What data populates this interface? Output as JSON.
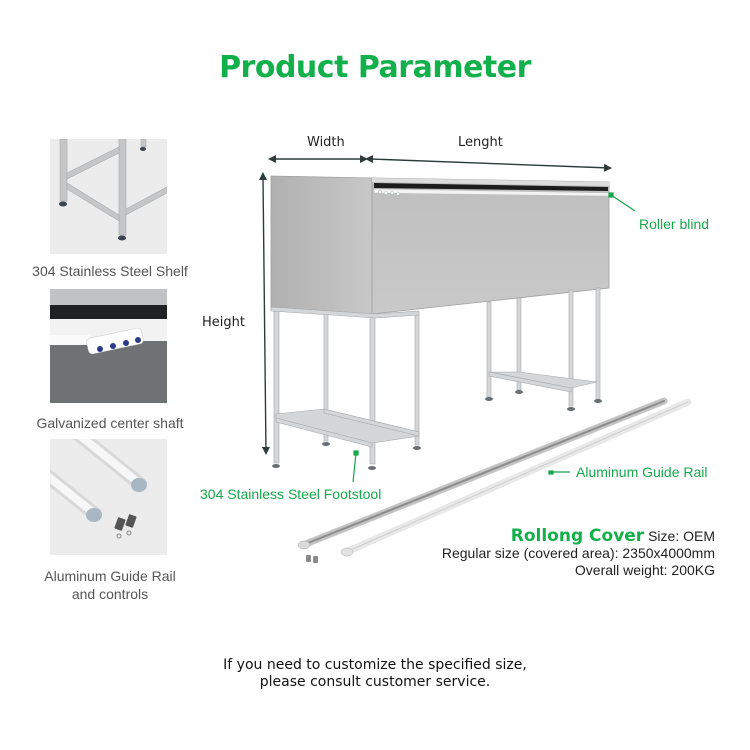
{
  "title": "Product Parameter",
  "thumbnails": [
    {
      "name": "stainless-steel-shelf",
      "label": "304 Stainless Steel Shelf"
    },
    {
      "name": "galvanized-center-shaft",
      "label": "Galvanized center shaft"
    },
    {
      "name": "aluminum-guide-rail-controls",
      "label_line1": "Aluminum Guide Rail",
      "label_line2": "and controls"
    }
  ],
  "dimensions": {
    "width": "Width",
    "length": "Lenght",
    "height": "Height"
  },
  "callouts": {
    "roller_blind": "Roller blind",
    "footstool": "304 Stainless Steel Footstool",
    "guide_rail": "Aluminum Guide Rail"
  },
  "spec": {
    "product_name": "Rollong Cover",
    "size": "Size: OEM",
    "regular_size": "Regular size (covered area): 2350x4000mm",
    "weight": "Overall weight: 200KG"
  },
  "footer": {
    "line1": "If you need to customize the specified size,",
    "line2": "please consult customer service."
  },
  "colors": {
    "accent_green": "#12b04a",
    "label_green": "#16a84a",
    "arrow_dark": "#2f3b3b",
    "steel": "#c9c9c9"
  }
}
